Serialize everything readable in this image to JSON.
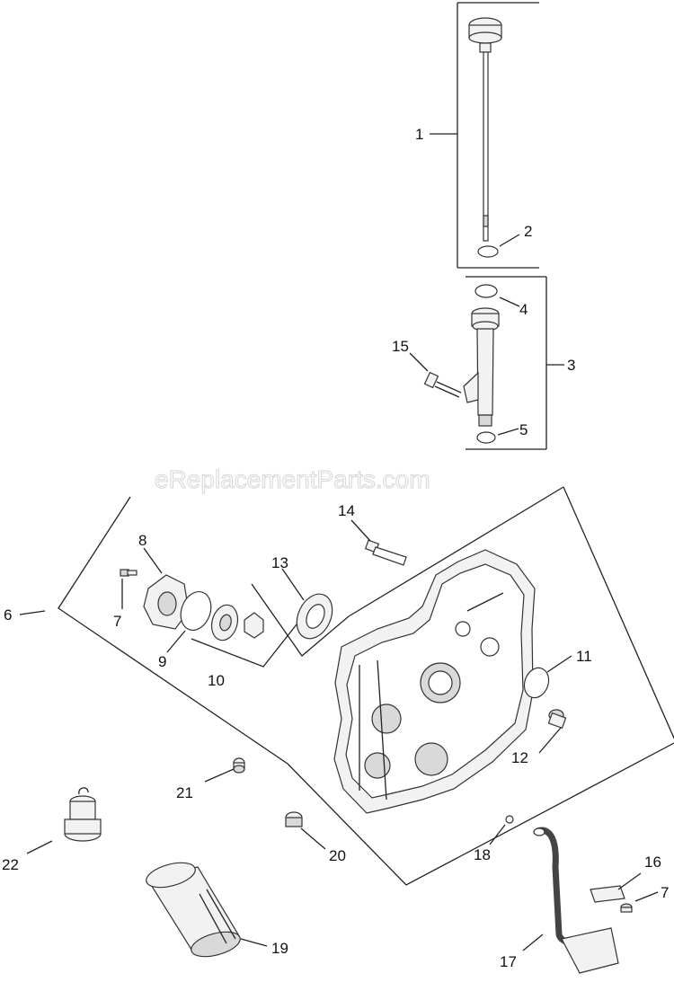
{
  "watermark": "eReplacementParts.com",
  "callouts": [
    {
      "id": "1",
      "label": "1"
    },
    {
      "id": "2",
      "label": "2"
    },
    {
      "id": "3",
      "label": "3"
    },
    {
      "id": "4",
      "label": "4"
    },
    {
      "id": "5",
      "label": "5"
    },
    {
      "id": "6",
      "label": "6"
    },
    {
      "id": "7a",
      "label": "7"
    },
    {
      "id": "7b",
      "label": "7"
    },
    {
      "id": "8",
      "label": "8"
    },
    {
      "id": "9",
      "label": "9"
    },
    {
      "id": "10",
      "label": "10"
    },
    {
      "id": "11",
      "label": "11"
    },
    {
      "id": "12",
      "label": "12"
    },
    {
      "id": "13",
      "label": "13"
    },
    {
      "id": "14",
      "label": "14"
    },
    {
      "id": "15",
      "label": "15"
    },
    {
      "id": "16",
      "label": "16"
    },
    {
      "id": "17",
      "label": "17"
    },
    {
      "id": "18",
      "label": "18"
    },
    {
      "id": "19",
      "label": "19"
    },
    {
      "id": "20",
      "label": "20"
    },
    {
      "id": "21",
      "label": "21"
    },
    {
      "id": "22",
      "label": "22"
    }
  ]
}
